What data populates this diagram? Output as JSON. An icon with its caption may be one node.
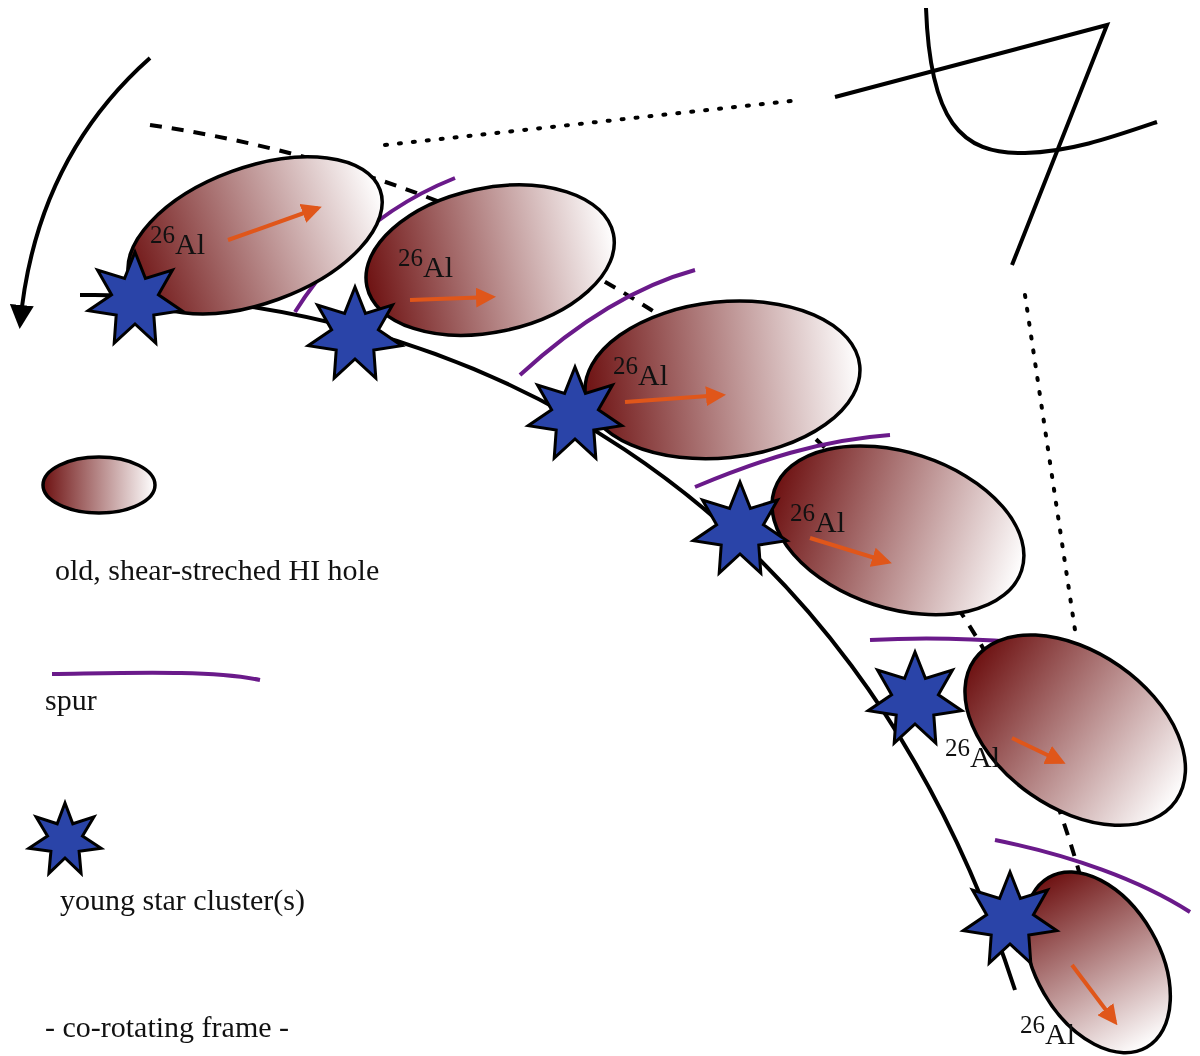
{
  "diagram": {
    "nodes": [
      {
        "text": [
          "$^{26}$Al"
        ]
      },
      {
        "text": [
          "$^{26}$Al"
        ]
      },
      {
        "text": [
          "$^{26}$Al"
        ]
      },
      {
        "text": [
          "$^{26}$Al"
        ]
      },
      {
        "text": [
          "$^{26}$Al"
        ]
      },
      {
        "text": [
          "$^{26}$Al"
        ]
      }
    ],
    "labels": [
      "- co-rotating frame -"
    ],
    "legend": [
      {
        "text": "old, shear-streched HI hole"
      },
      {
        "text": "spur"
      },
      {
        "text": "young star cluster(s)"
      }
    ]
  }
}
